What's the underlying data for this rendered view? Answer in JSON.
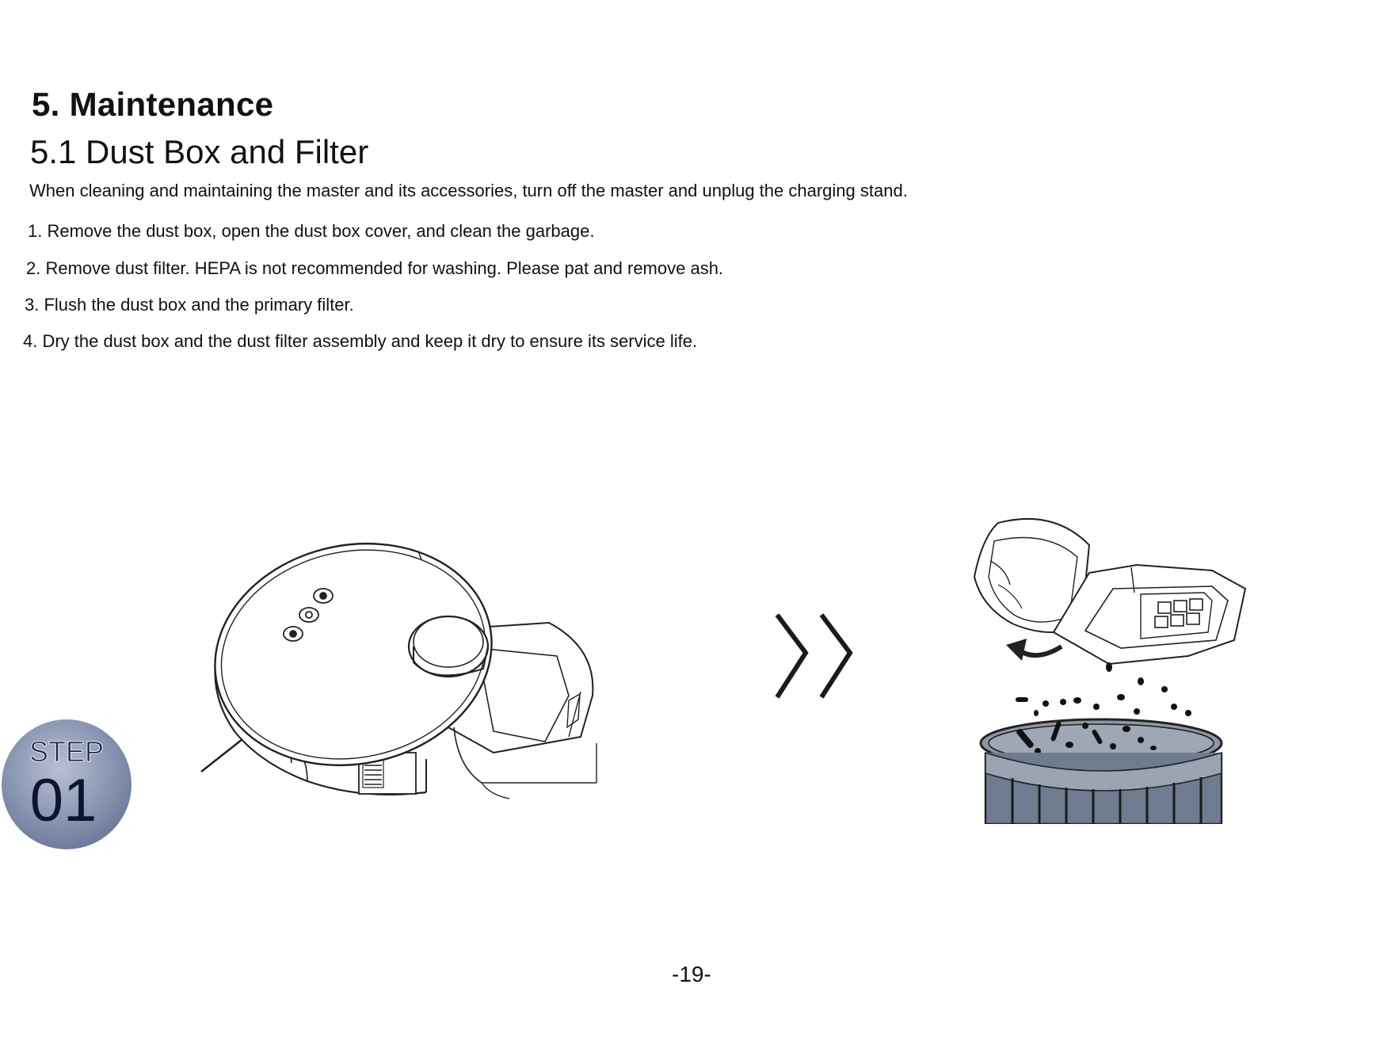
{
  "document": {
    "section_title": "5. Maintenance",
    "subsection_title": "5.1 Dust Box and Filter",
    "intro": "When cleaning and maintaining the master and its accessories, turn off the master and unplug the charging stand.",
    "steps": [
      "1. Remove the dust box, open the dust box cover, and clean the garbage.",
      "2. Remove dust filter. HEPA is not recommended for washing. Please pat and remove ash.",
      "3. Flush the dust box and the primary filter.",
      "4. Dry the dust box and the dust filter assembly and keep it dry to ensure its service life."
    ],
    "step_badge": {
      "label": "STEP",
      "number": "01",
      "color": "#8a96b2"
    },
    "page_number": "-19-"
  },
  "illustrations": {
    "robot": "robot-vacuum-with-dust-box-illustration",
    "arrow": "double-chevron-right-icon",
    "emptying": "dust-box-emptying-into-bin-illustration"
  }
}
